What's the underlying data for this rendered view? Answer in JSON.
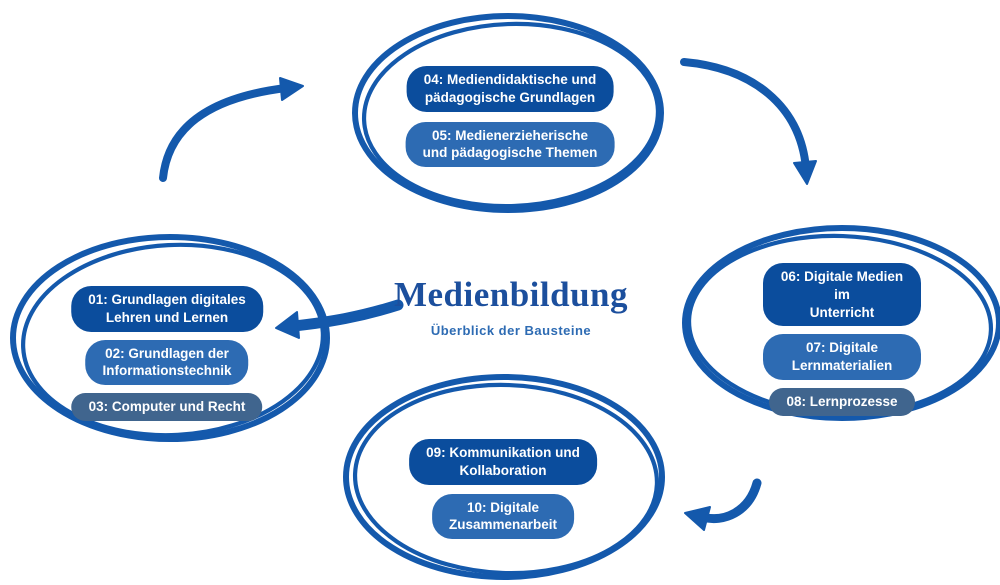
{
  "title": "Medienbildung",
  "subtitle": "Überblick der Bausteine",
  "colors": {
    "primary": "#1459ac",
    "pill_dark": "#0b4d9d",
    "pill_medium": "#2d6bb3",
    "pill_slate": "#40658e",
    "title_color": "#1c4f9d",
    "subtitle_color": "#2d6bb3"
  },
  "clusters": {
    "top": {
      "modules": [
        {
          "label": "04: Mediendidaktische und\npädagogische Grundlagen",
          "tone": "dark"
        },
        {
          "label": "05: Medienerzieherische\nund pädagogische Themen",
          "tone": "medium"
        }
      ]
    },
    "right": {
      "modules": [
        {
          "label": "06: Digitale Medien im\nUnterricht",
          "tone": "dark"
        },
        {
          "label": "07: Digitale Lernmaterialien",
          "tone": "medium"
        },
        {
          "label": "08: Lernprozesse",
          "tone": "slate"
        }
      ]
    },
    "left": {
      "modules": [
        {
          "label": "01: Grundlagen digitales\nLehren und Lernen",
          "tone": "dark"
        },
        {
          "label": "02: Grundlagen der\nInformationstechnik",
          "tone": "medium"
        },
        {
          "label": "03: Computer und Recht",
          "tone": "slate"
        }
      ]
    },
    "bottom": {
      "modules": [
        {
          "label": "09: Kommunikation und\nKollaboration",
          "tone": "dark"
        },
        {
          "label": "10: Digitale\nZusammenarbeit",
          "tone": "medium"
        }
      ]
    }
  }
}
